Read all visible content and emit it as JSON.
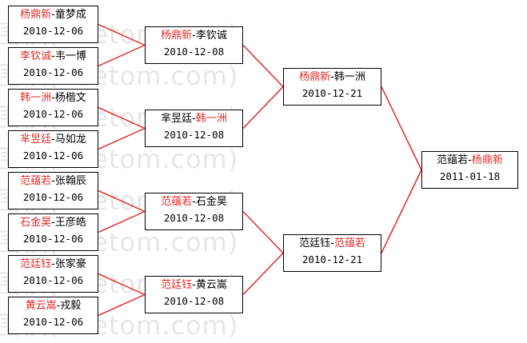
{
  "watermark": "围棋(hoetom.com)",
  "colors": {
    "winner_text": "#e32b27",
    "line": "#e32b27",
    "border": "#000000"
  },
  "round1": [
    {
      "p1": "杨鼎新",
      "sep": "-",
      "p2": "童梦成",
      "winner": 1,
      "date": "2010-12-06"
    },
    {
      "p1": "李钦诚",
      "sep": "-",
      "p2": "韦一博",
      "winner": 1,
      "date": "2010-12-06"
    },
    {
      "p1": "韩一洲",
      "sep": "-",
      "p2": "杨楷文",
      "winner": 1,
      "date": "2010-12-06"
    },
    {
      "p1": "芈昱廷",
      "sep": "-",
      "p2": "马如龙",
      "winner": 1,
      "date": "2010-12-06"
    },
    {
      "p1": "范蕴若",
      "sep": "-",
      "p2": "张翰辰",
      "winner": 1,
      "date": "2010-12-06"
    },
    {
      "p1": "石金昊",
      "sep": "-",
      "p2": "王彦皓",
      "winner": 1,
      "date": "2010-12-06"
    },
    {
      "p1": "范廷钰",
      "sep": "-",
      "p2": "张家豪",
      "winner": 1,
      "date": "2010-12-06"
    },
    {
      "p1": "黄云嵩",
      "sep": "-",
      "p2": "戎毅",
      "winner": 1,
      "date": "2010-12-06"
    }
  ],
  "round2": [
    {
      "p1": "杨鼎新",
      "sep": "-",
      "p2": "李钦诚",
      "winner": 1,
      "date": "2010-12-08"
    },
    {
      "p1": "芈昱廷",
      "sep": "-",
      "p2": "韩一洲",
      "winner": 2,
      "date": "2010-12-08"
    },
    {
      "p1": "范蕴若",
      "sep": "-",
      "p2": "石金昊",
      "winner": 1,
      "date": "2010-12-08"
    },
    {
      "p1": "范廷钰",
      "sep": "-",
      "p2": "黄云嵩",
      "winner": 1,
      "date": "2010-12-08"
    }
  ],
  "round3": [
    {
      "p1": "杨鼎新",
      "sep": "-",
      "p2": "韩一洲",
      "winner": 1,
      "date": "2010-12-21"
    },
    {
      "p1": "范廷钰",
      "sep": "-",
      "p2": "范蕴若",
      "winner": 2,
      "date": "2010-12-21"
    }
  ],
  "final": [
    {
      "p1": "范蕴若",
      "sep": "-",
      "p2": "杨鼎新",
      "winner": 2,
      "date": "2011-01-18"
    }
  ]
}
